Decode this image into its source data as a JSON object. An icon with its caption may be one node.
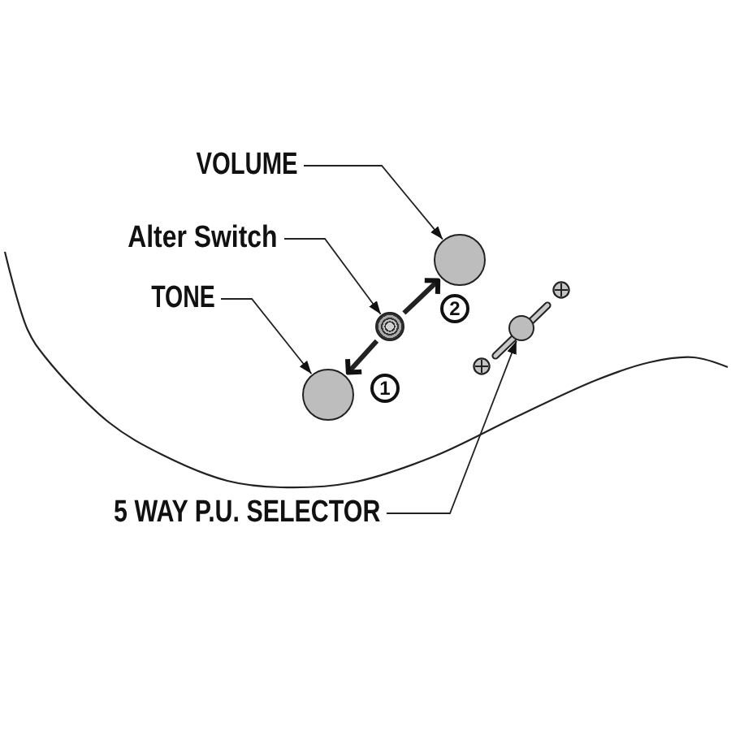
{
  "diagram": {
    "nodes": [
      {
        "text": [
          "VOLUME"
        ]
      },
      {
        "text": [
          "Alter Switch"
        ]
      },
      {
        "text": [
          "TONE"
        ]
      },
      {
        "text": [
          "5 WAY P.U. SELECTOR"
        ]
      },
      {
        "text": [],
        "shape": "circle"
      },
      {
        "text": [],
        "shape": "circle"
      },
      {
        "text": [],
        "shape": "circle"
      },
      {
        "text": [],
        "shape": "circle"
      }
    ],
    "edges": [
      {
        "from": 0,
        "to": 4,
        "arrow": "to"
      },
      {
        "from": 1,
        "to": 5,
        "arrow": "to"
      },
      {
        "from": 2,
        "to": 6,
        "arrow": "to"
      },
      {
        "from": 3,
        "to": 7,
        "arrow": "to"
      },
      {
        "from": 5,
        "to": 4,
        "arrow": "to",
        "style": "thick"
      },
      {
        "from": 5,
        "to": 6,
        "arrow": "to",
        "style": "thick"
      }
    ],
    "labels": [
      "2",
      "1"
    ]
  }
}
